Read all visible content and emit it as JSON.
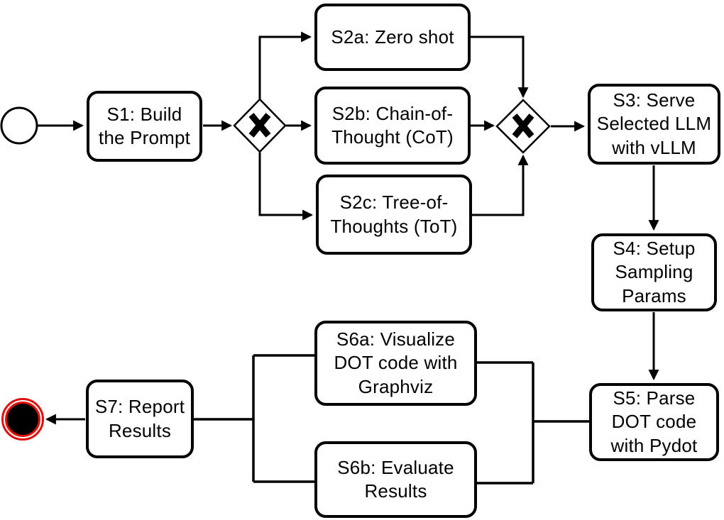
{
  "diagram": {
    "type": "bpmn-process-flow",
    "colors": {
      "line": "#000000",
      "node_fill": "#ffffff",
      "text": "#000000",
      "end_event_ring": "#e01008",
      "end_event_fill": "#000000"
    },
    "events": {
      "start": {
        "shape": "outlined-circle"
      },
      "end": {
        "shape": "black-filled-circle-with-red-double-ring"
      }
    },
    "gateways": {
      "split": {
        "symbol": "X",
        "type": "exclusive-split"
      },
      "merge": {
        "symbol": "X",
        "type": "exclusive-merge"
      }
    },
    "nodes": {
      "s1": {
        "label": "S1: Build\nthe Prompt"
      },
      "s2a": {
        "label": "S2a: Zero shot"
      },
      "s2b": {
        "label": "S2b: Chain-of-\nThought (CoT)"
      },
      "s2c": {
        "label": "S2c: Tree-of-\nThoughts (ToT)"
      },
      "s3": {
        "label": "S3: Serve\nSelected LLM\nwith vLLM"
      },
      "s4": {
        "label": "S4: Setup\nSampling\nParams"
      },
      "s5": {
        "label": "S5: Parse\nDOT code\nwith Pydot"
      },
      "s6a": {
        "label": "S6a: Visualize\nDOT code with\nGraphviz"
      },
      "s6b": {
        "label": "S6b: Evaluate\nResults"
      },
      "s7": {
        "label": "S7: Report\nResults"
      }
    },
    "edges": [
      {
        "from": "start",
        "to": "s1"
      },
      {
        "from": "s1",
        "to": "gateway-split"
      },
      {
        "from": "gateway-split",
        "to": "s2a"
      },
      {
        "from": "gateway-split",
        "to": "s2b"
      },
      {
        "from": "gateway-split",
        "to": "s2c"
      },
      {
        "from": "s2a",
        "to": "gateway-merge"
      },
      {
        "from": "s2b",
        "to": "gateway-merge"
      },
      {
        "from": "s2c",
        "to": "gateway-merge"
      },
      {
        "from": "gateway-merge",
        "to": "s3"
      },
      {
        "from": "s3",
        "to": "s4"
      },
      {
        "from": "s4",
        "to": "s5"
      },
      {
        "from": "s5",
        "to": "s6a"
      },
      {
        "from": "s5",
        "to": "s6b"
      },
      {
        "from": "s6a",
        "to": "s7"
      },
      {
        "from": "s6b",
        "to": "s7"
      },
      {
        "from": "s7",
        "to": "end"
      }
    ]
  }
}
